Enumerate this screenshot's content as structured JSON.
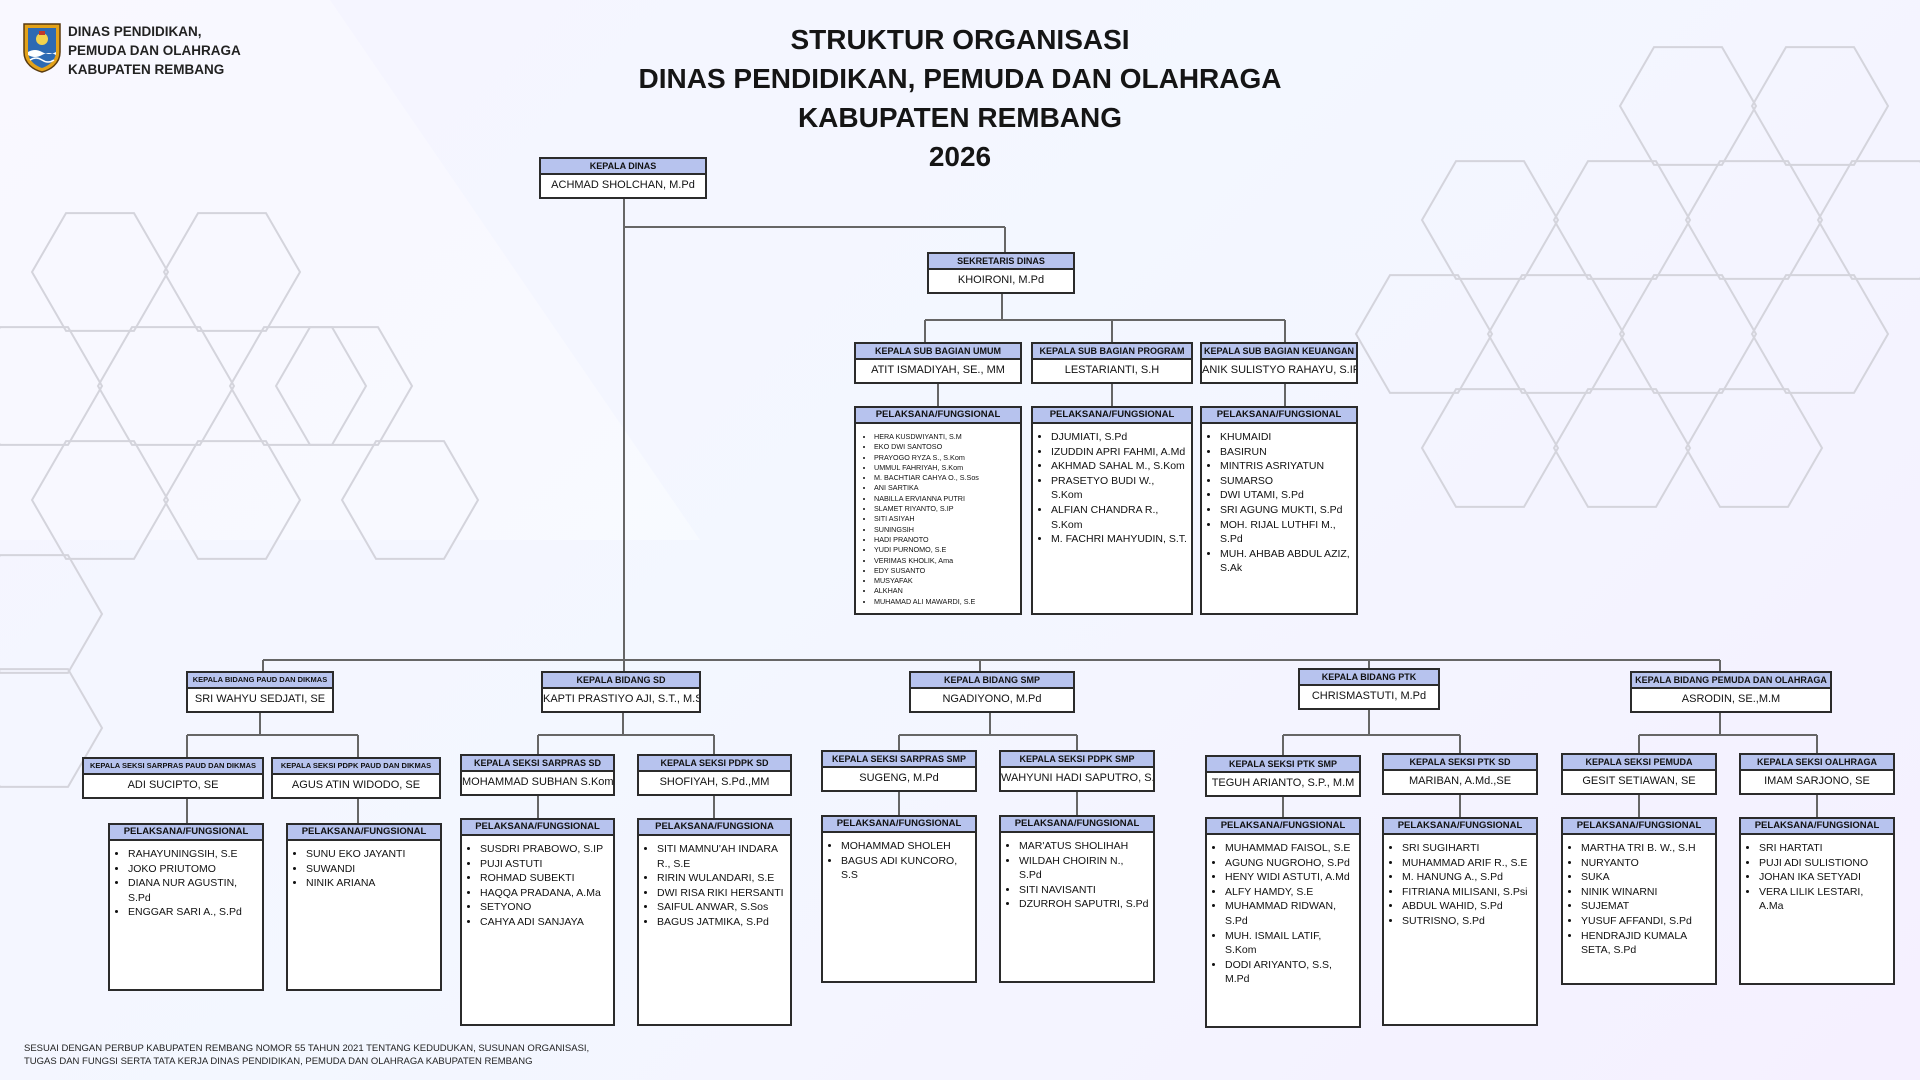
{
  "header": {
    "org_lines": [
      "DINAS PENDIDIKAN,",
      "PEMUDA DAN OLAHRAGA",
      "KABUPATEN REMBANG"
    ],
    "title_lines": [
      "STRUKTUR ORGANISASI",
      "DINAS PENDIDIKAN, PEMUDA DAN OLAHRAGA",
      "KABUPATEN REMBANG",
      "2026"
    ]
  },
  "colors": {
    "header_fill": "#b7c3ee",
    "border": "#2b2b2b",
    "line": "#666666"
  },
  "boxes": [
    {
      "id": "kadis",
      "title": "KEPALA DINAS",
      "name": "ACHMAD SHOLCHAN, M.Pd"
    },
    {
      "id": "sekdis",
      "title": "SEKRETARIS DINAS",
      "name": "KHOIRONI, M.Pd"
    },
    {
      "id": "umum",
      "title": "KEPALA SUB BAGIAN UMUM",
      "name": "ATIT ISMADIYAH, SE., MM"
    },
    {
      "id": "program",
      "title": "KEPALA SUB BAGIAN PROGRAM",
      "name": "LESTARIANTI, S.H"
    },
    {
      "id": "keuangan",
      "title": "KEPALA SUB BAGIAN KEUANGAN",
      "name": "ANIK SULISTYO RAHAYU, S.IP"
    },
    {
      "id": "paud",
      "title": "KEPALA BIDANG PAUD DAN DIKMAS",
      "name": "SRI WAHYU SEDJATI, SE"
    },
    {
      "id": "sd",
      "title": "KEPALA BIDANG SD",
      "name": "KAPTI PRASTIYO AJI, S.T., M.Si."
    },
    {
      "id": "smp",
      "title": "KEPALA BIDANG SMP",
      "name": "NGADIYONO, M.Pd"
    },
    {
      "id": "ptk",
      "title": "KEPALA BIDANG PTK",
      "name": "CHRISMASTUTI, M.Pd"
    },
    {
      "id": "pemuda",
      "title": "KEPALA BIDANG PEMUDA DAN OLAHRAGA",
      "name": "ASRODIN, SE.,M.M"
    },
    {
      "id": "s_paud_sarpras",
      "title": "KEPALA SEKSI SARPRAS PAUD DAN DIKMAS",
      "name": "ADI SUCIPTO, SE"
    },
    {
      "id": "s_paud_pdpk",
      "title": "KEPALA SEKSI PDPK PAUD DAN DIKMAS",
      "name": "AGUS ATIN WIDODO, SE"
    },
    {
      "id": "s_sd_sarpras",
      "title": "KEPALA SEKSI SARPRAS SD",
      "name": "MOHAMMAD SUBHAN S.Kom"
    },
    {
      "id": "s_sd_pdpk",
      "title": "KEPALA SEKSI PDPK SD",
      "name": "SHOFIYAH, S.Pd.,MM"
    },
    {
      "id": "s_smp_sarpras",
      "title": "KEPALA SEKSI SARPRAS SMP",
      "name": "SUGENG, M.Pd"
    },
    {
      "id": "s_smp_pdpk",
      "title": "KEPALA SEKSI PDPK SMP",
      "name": "WAHYUNI HADI SAPUTRO, S.P"
    },
    {
      "id": "s_ptk_smp",
      "title": "KEPALA SEKSI PTK SMP",
      "name": "TEGUH ARIANTO, S.P., M.M"
    },
    {
      "id": "s_ptk_sd",
      "title": "KEPALA SEKSI PTK SD",
      "name": "MARIBAN, A.Md.,SE"
    },
    {
      "id": "s_pemuda",
      "title": "KEPALA SEKSI PEMUDA",
      "name": "GESIT SETIAWAN, SE"
    },
    {
      "id": "s_olahraga",
      "title": "KEPALA SEKSI OALHRAGA",
      "name": "IMAM SARJONO, SE"
    }
  ],
  "lists": [
    {
      "id": "l_umum",
      "title": "PELAKSANA/FUNGSIONAL",
      "items": [
        "HERA KUSDWIYANTI, S.M",
        "EKO DWI SANTOSO",
        "PRAYOGO RYZA S., S.Kom",
        "UMMUL FAHRIYAH, S.Kom",
        "M. BACHTIAR CAHYA O., S.Sos",
        "ANI SARTIKA",
        "NABILLA ERVIANNA PUTRI",
        "SLAMET RIYANTO, S.IP",
        "SITI ASIYAH",
        "SUNINGSIH",
        "HADI PRANOTO",
        "YUDI PURNOMO, S.E",
        "VERIMAS KHOLIK, Ama",
        "EDY SUSANTO",
        "MUSYAFAK",
        "ALKHAN",
        "MUHAMAD ALI MAWARDI, S.E"
      ]
    },
    {
      "id": "l_program",
      "title": "PELAKSANA/FUNGSIONAL",
      "items": [
        "DJUMIATI, S.Pd",
        "IZUDDIN APRI FAHMI, A.Md",
        "AKHMAD SAHAL M., S.Kom",
        "PRASETYO BUDI W., S.Kom",
        "ALFIAN CHANDRA R., S.Kom",
        "M. FACHRI MAHYUDIN, S.T."
      ]
    },
    {
      "id": "l_keuangan",
      "title": "PELAKSANA/FUNGSIONAL",
      "items": [
        "KHUMAIDI",
        "BASIRUN",
        "MINTRIS ASRIYATUN",
        "SUMARSO",
        "DWI UTAMI, S.Pd",
        "SRI AGUNG MUKTI, S.Pd",
        "MOH. RIJAL LUTHFI M., S.Pd",
        "MUH. AHBAB ABDUL AZIZ, S.Ak"
      ]
    },
    {
      "id": "l_paud_sarpras",
      "title": "PELAKSANA/FUNGSIONAL",
      "items": [
        "RAHAYUNINGSIH, S.E",
        "JOKO PRIUTOMO",
        "DIANA NUR AGUSTIN, S.Pd",
        "ENGGAR SARI A., S.Pd"
      ]
    },
    {
      "id": "l_paud_pdpk",
      "title": "PELAKSANA/FUNGSIONAL",
      "items": [
        "SUNU EKO JAYANTI",
        "SUWANDI",
        "NINIK ARIANA"
      ]
    },
    {
      "id": "l_sd_sarpras",
      "title": "PELAKSANA/FUNGSIONAL",
      "items": [
        "SUSDRI PRABOWO, S.IP",
        "PUJI ASTUTI",
        "ROHMAD SUBEKTI",
        "HAQQA PRADANA, A.Ma",
        "SETYONO",
        "CAHYA ADI SANJAYA"
      ]
    },
    {
      "id": "l_sd_pdpk",
      "title": "PELAKSANA/FUNGSIONA",
      "items": [
        "SITI MAMNU'AH INDARA R., S.E",
        "RIRIN WULANDARI, S.E",
        "DWI RISA RIKI HERSANTI",
        "SAIFUL ANWAR, S.Sos",
        "BAGUS JATMIKA, S.Pd"
      ]
    },
    {
      "id": "l_smp_sarpras",
      "title": "PELAKSANA/FUNGSIONAL",
      "items": [
        "MOHAMMAD SHOLEH",
        "BAGUS ADI KUNCORO, S.S"
      ]
    },
    {
      "id": "l_smp_pdpk",
      "title": "PELAKSANA/FUNGSIONAL",
      "items": [
        "MAR'ATUS SHOLIHAH",
        "WILDAH CHOIRIN N., S.Pd",
        "SITI NAVISANTI",
        "DZURROH SAPUTRI, S.Pd"
      ]
    },
    {
      "id": "l_ptk_smp",
      "title": "PELAKSANA/FUNGSIONAL",
      "items": [
        "MUHAMMAD FAISOL, S.E",
        "AGUNG NUGROHO, S.Pd",
        "HENY WIDI ASTUTI, A.Md",
        "ALFY HAMDY, S.E",
        "MUHAMMAD RIDWAN, S.Pd",
        "MUH. ISMAIL LATIF, S.Kom",
        "DODI ARIYANTO, S.S, M.Pd"
      ]
    },
    {
      "id": "l_ptk_sd",
      "title": "PELAKSANA/FUNGSIONAL",
      "items": [
        "SRI SUGIHARTI",
        "MUHAMMAD ARIF R., S.E",
        "M. HANUNG A., S.Pd",
        "FITRIANA MILISANI, S.Psi",
        "ABDUL WAHID, S.Pd",
        "SUTRISNO, S.Pd"
      ]
    },
    {
      "id": "l_pemuda",
      "title": "PELAKSANA/FUNGSIONAL",
      "items": [
        "MARTHA TRI B. W., S.H",
        "NURYANTO",
        "SUKA",
        "NINIK WINARNI",
        "SUJEMAT",
        "YUSUF AFFANDI, S.Pd",
        "HENDRAJID KUMALA SETA, S.Pd"
      ]
    },
    {
      "id": "l_olahraga",
      "title": "PELAKSANA/FUNGSIONAL",
      "items": [
        "SRI HARTATI",
        "PUJI ADI SULISTIONO",
        "JOHAN IKA SETYADI",
        "VERA LILIK LESTARI, A.Ma"
      ]
    }
  ],
  "footer": {
    "lines": [
      "SESUAI DENGAN PERBUP KABUPATEN REMBANG NOMOR 55 TAHUN 2021 TENTANG KEDUDUKAN, SUSUNAN ORGANISASI,",
      "TUGAS DAN FUNGSI SERTA TATA KERJA DINAS PENDIDIKAN, PEMUDA DAN OLAHRAGA KABUPATEN REMBANG"
    ]
  }
}
